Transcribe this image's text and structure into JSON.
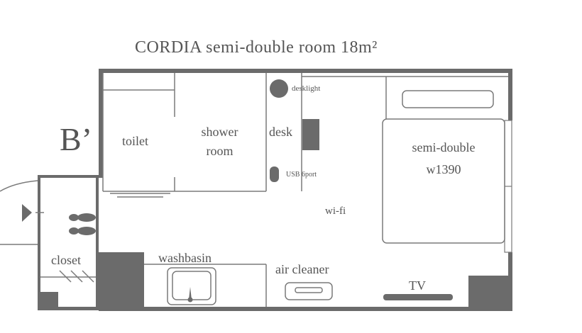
{
  "title": "CORDIA  semi-double  room 18m²",
  "unit_label": "B’",
  "rooms": {
    "toilet": "toilet",
    "shower_line1": "shower",
    "shower_line2": "room",
    "desk": "desk",
    "closet": "closet",
    "washbasin": "washbasin"
  },
  "fixtures": {
    "desklight": "desklight",
    "usb": "USB 6port",
    "wifi": "wi-fi",
    "air_cleaner": "air cleaner",
    "tv": "TV",
    "bed_line1": "semi-double",
    "bed_line2": "w1390"
  },
  "colors": {
    "wall": "#6b6b6b",
    "line": "#7a7a7a",
    "text": "#555555",
    "fill_dark": "#6b6b6b"
  }
}
